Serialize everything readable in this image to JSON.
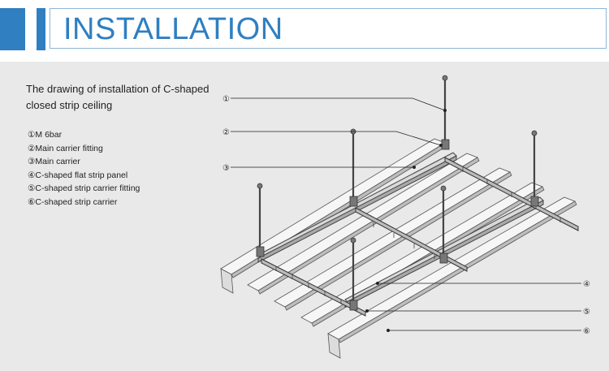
{
  "header": {
    "title": "INSTALLATION",
    "accent_color": "#2f7fc1"
  },
  "description": "The drawing of installation of C-shaped closed strip ceiling",
  "legend": [
    "①M 6bar",
    "②Main carrier fitting",
    "③Main carrier",
    "④C-shaped flat strip panel",
    "⑤C-shaped strip carrier fitting",
    "⑥C-shaped strip carrier"
  ],
  "callouts": [
    "①",
    "②",
    "③",
    "④",
    "⑤",
    "⑥"
  ]
}
